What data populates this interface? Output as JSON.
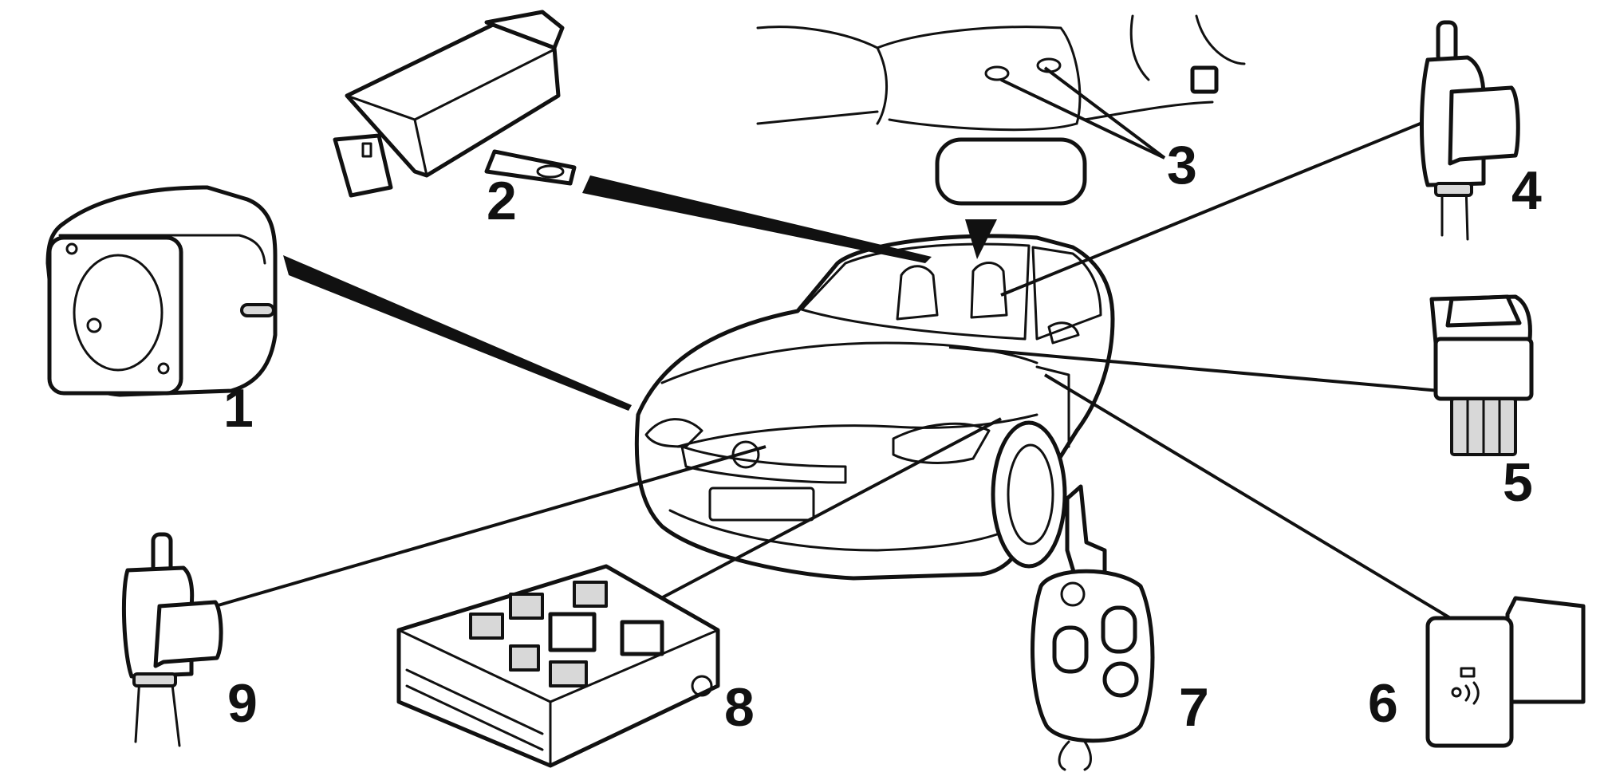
{
  "callouts": [
    {
      "id": "1",
      "label": "1"
    },
    {
      "id": "2",
      "label": "2"
    },
    {
      "id": "3",
      "label": "3"
    },
    {
      "id": "4",
      "label": "4"
    },
    {
      "id": "5",
      "label": "5"
    },
    {
      "id": "6",
      "label": "6"
    },
    {
      "id": "7",
      "label": "7"
    },
    {
      "id": "8",
      "label": "8"
    },
    {
      "id": "9",
      "label": "9"
    }
  ],
  "components": {
    "c1": "siren-icon",
    "c2": "control-module-icon",
    "c3": "interior-sensor-icon",
    "c4": "bonnet-switch-icon",
    "c5": "dashboard-switch-icon",
    "c6": "indicator-button-icon",
    "c7": "remote-key-icon",
    "c8": "fuse-box-icon",
    "c9": "door-switch-icon"
  }
}
